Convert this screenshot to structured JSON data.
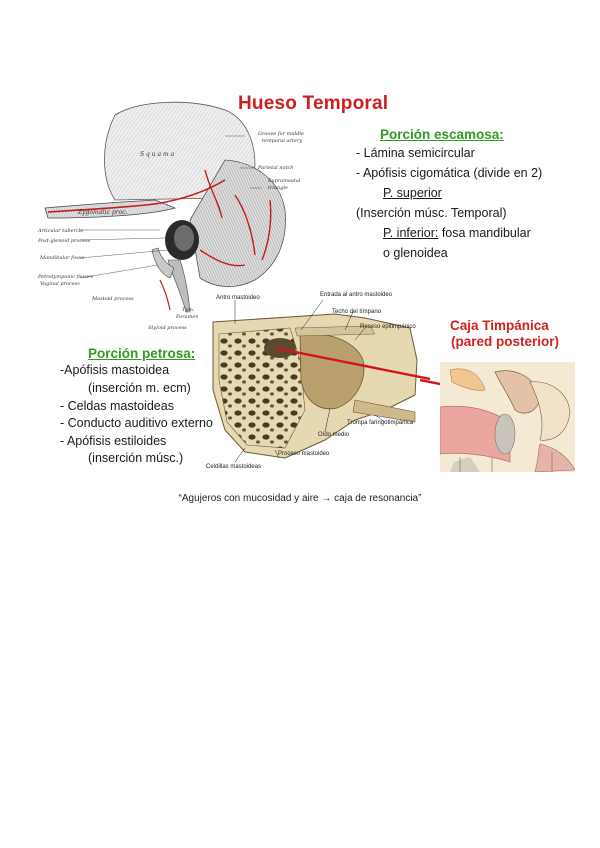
{
  "title": "Hueso Temporal",
  "squamous": {
    "heading": "Porción escamosa:",
    "lines": [
      "- Lámina semicircular",
      "- Apófisis cigomática  (divide en 2)",
      "P. superior",
      "(Inserción músc. Temporal)",
      "P. inferior:",
      " fosa mandibular",
      "o glenoidea"
    ]
  },
  "petrous": {
    "heading": "Porción petrosa:",
    "lines": [
      "-Apófisis mastoidea",
      "(inserción m. ecm)",
      "- Celdas mastoideas",
      "- Conducto auditivo externo",
      "- Apófisis estiloides",
      "(inserción músc.)"
    ]
  },
  "tympanic": {
    "title_line1": "Caja Timpánica",
    "title_line2": "(pared posterior)"
  },
  "bone_labels": {
    "squama": "S q u a m a",
    "groove": "Groove for middle",
    "groove2": "temporal artery",
    "parietal": "Parietal notch",
    "suprameatal": "Suprameatal",
    "suprameatal2": "triangle",
    "zygomatic": "Zygomatic proc.",
    "articular": "Articular tubercle",
    "postglenoid": "Post-glenoid process",
    "mandibular": "Mandibular fossa",
    "petrotympanic": "Petrotympanic fissure",
    "vaginal": "Vaginal process",
    "mastoid_proc": "Mastoid process",
    "styloid": "Styloid process",
    "tym": "Tym.",
    "foramen": "Foramen"
  },
  "cell_labels": {
    "antro": "Antro mastoideo",
    "entrada": "Entrada al antro mastoideo",
    "techo": "Techo del tímpano",
    "receso": "Receso epitimpánico",
    "trompa": "Trompa faringotimpánica",
    "oido": "Oído medio",
    "proceso": "Proceso mastoideo",
    "celdillas": "Celdillas mastoideas"
  },
  "caption": "“Agujeros con mucosidad y aire → caja de resonancia”",
  "colors": {
    "title": "#cc1f1f",
    "green_heading": "#2f9b1f",
    "red_heading": "#d01f1f",
    "bone": "#e8dcb8",
    "bone_dark": "#5b4a2e",
    "arrow": "#d4141a",
    "tympanic_pink": "#e9a7a0"
  }
}
